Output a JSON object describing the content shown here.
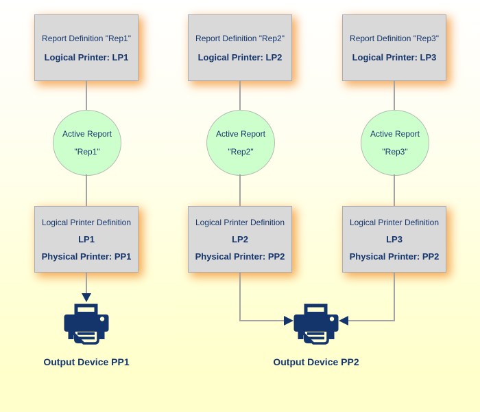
{
  "colors": {
    "navy": "#14356b",
    "box_fill": "#d9d9d9",
    "circle_fill": "#ccffcc",
    "connector_gray": "#a3a3a3",
    "glow_orange": "#f3993c",
    "background_top": "#ffffff",
    "background_bottom": "#ffffcc"
  },
  "columns": [
    {
      "report_box": {
        "line1": "Report Definition \"Rep1\"",
        "line2": "Logical Printer: LP1"
      },
      "active_report": {
        "line1": "Active Report",
        "line2": "\"Rep1\""
      },
      "printer_box": {
        "line1": "Logical Printer Definition",
        "line2": "LP1",
        "line3": "Physical Printer: PP1"
      }
    },
    {
      "report_box": {
        "line1": "Report Definition \"Rep2\"",
        "line2": "Logical Printer: LP2"
      },
      "active_report": {
        "line1": "Active Report",
        "line2": "\"Rep2\""
      },
      "printer_box": {
        "line1": "Logical Printer Definition",
        "line2": "LP2",
        "line3": "Physical Printer: PP2"
      }
    },
    {
      "report_box": {
        "line1": "Report Definition \"Rep3\"",
        "line2": "Logical Printer: LP3"
      },
      "active_report": {
        "line1": "Active Report",
        "line2": "\"Rep3\""
      },
      "printer_box": {
        "line1": "Logical Printer Definition",
        "line2": "LP3",
        "line3": "Physical Printer: PP2"
      }
    }
  ],
  "output_devices": [
    {
      "label": "Output Device PP1"
    },
    {
      "label": "Output Device PP2"
    }
  ]
}
